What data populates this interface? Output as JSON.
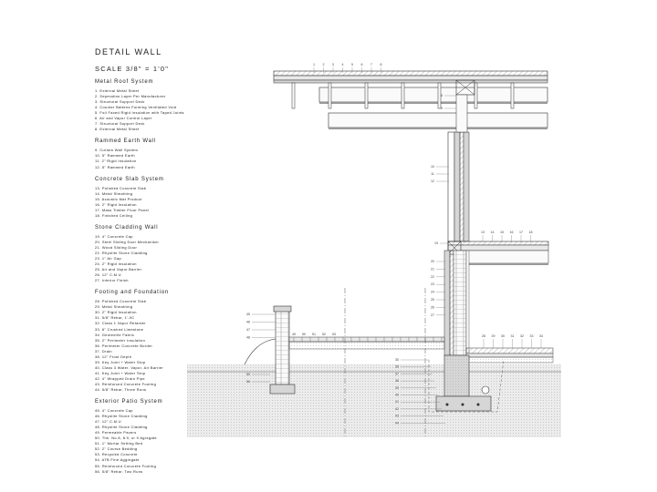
{
  "title": "DETAIL WALL",
  "scale": "SCALE 3/8\" = 1'0\"",
  "sections": [
    {
      "heading": "Metal Roof System",
      "items": [
        "1. External Metal Sheet",
        "2. Seperation Layer Per Manufacturer",
        "3. Structural Support Deck",
        "4. Counter Battens Forming Ventilated Void",
        "5. Foil Faced Rigid Insulation with Taped Joints",
        "6. Air and Vapor Control Layer",
        "7. Structural Support Deck",
        "8. External Metal Sheet"
      ]
    },
    {
      "heading": "Rammed Earth Wall",
      "items": [
        "9. Curtain Wall System",
        "10. 5\" Rammed Earth",
        "11. 2\" Rigid Insulation",
        "12. 5\" Rammed Earth"
      ]
    },
    {
      "heading": "Concrete Slab System",
      "items": [
        "13. Polished Concrete Slab",
        "14. Metal Sheathing",
        "15. Acoustic Mat Product",
        "16. 2\" Rigid Insulation",
        "17. Mass Timber Floor Panel",
        "18. Finished Ceiling"
      ]
    },
    {
      "heading": "Stone Cladding Wall",
      "items": [
        "19. 4\" Concrete Cap",
        "20. Steel Sliding Door Mechanism",
        "21. Wood Sliding Door",
        "22. Rhyolite Stone Cladding",
        "23. 1\" Air Gap",
        "24. 2\" Rigid Insulation",
        "25. Air and Vapor Barrier",
        "26. 12\" C.M.U",
        "27. Interior Finish"
      ]
    },
    {
      "heading": "Footing and Foundation",
      "items": [
        "28. Polished Concrete Slab",
        "29. Metal Sheathing",
        "30. 2\" Rigid Insulation",
        "31. 5/8\" Rebar, 1'-0C",
        "32. Class 1 Vapor Retarder",
        "33. 6\" Crushed Limestone",
        "34. Geotextile Fabric",
        "35. 2\" Perimeter Insulation",
        "36. Perimeter Concrete Border",
        "37. Drain",
        "38. 12\" Frost Depth",
        "39. Key Joint + Water Stop",
        "40. Class 3 Water, Vapor, Air Barrier",
        "41. Key Joint + Water Stop",
        "42. 4\" Wrapped Drain Pipe",
        "43. Reinforced Concrete Footing",
        "44. 5/8\" Rebar, Three Runs"
      ]
    },
    {
      "heading": "Exterior Patio System",
      "items": [
        "45. 4\" Concrete Cap",
        "46. Rhyolite Stone Cladding",
        "47. 12\" C.M.U",
        "48. Rhyolite Stone Cladding",
        "49. Permeable Pavers",
        "50. Thk. No.8, 8.9, or 9 Agregate",
        "51. 1\" Mortar Setting Bed",
        "52. 2\" Course Bedding",
        "53. Recycled Concrete",
        "54. ATB Fine Aggregate",
        "55. Reinforced Concrete Footing",
        "56. 5/8\" Rebar, Two Runs"
      ]
    }
  ],
  "callouts": {
    "roof_top": [
      "1",
      "2",
      "3",
      "4",
      "5",
      "6",
      "7",
      "8"
    ],
    "roof_side": [
      "8",
      "9"
    ],
    "wall_left": [
      "10",
      "11",
      "12"
    ],
    "floor_top": [
      "13",
      "14",
      "15",
      "16",
      "17",
      "18"
    ],
    "floor_left": [
      "19"
    ],
    "wall_lower_left": [
      "20",
      "21",
      "22",
      "23",
      "24",
      "25",
      "26",
      "27"
    ],
    "slab_top": [
      "28",
      "29",
      "30",
      "31",
      "32",
      "33",
      "34"
    ],
    "foundation_left": [
      "35",
      "36",
      "37",
      "38",
      "39",
      "40",
      "41",
      "42",
      "43",
      "44"
    ],
    "patio_left": [
      "45",
      "46",
      "47",
      "48"
    ],
    "patio_top": [
      "49",
      "50",
      "51",
      "52",
      "53"
    ],
    "patio_footing": [
      "55",
      "56"
    ]
  },
  "colors": {
    "line": "#333333",
    "fill_light": "#e9e9e9",
    "fill_mid": "#d6d6d6",
    "fill_dark": "#9a9a9a",
    "callout_line": "#777777"
  }
}
